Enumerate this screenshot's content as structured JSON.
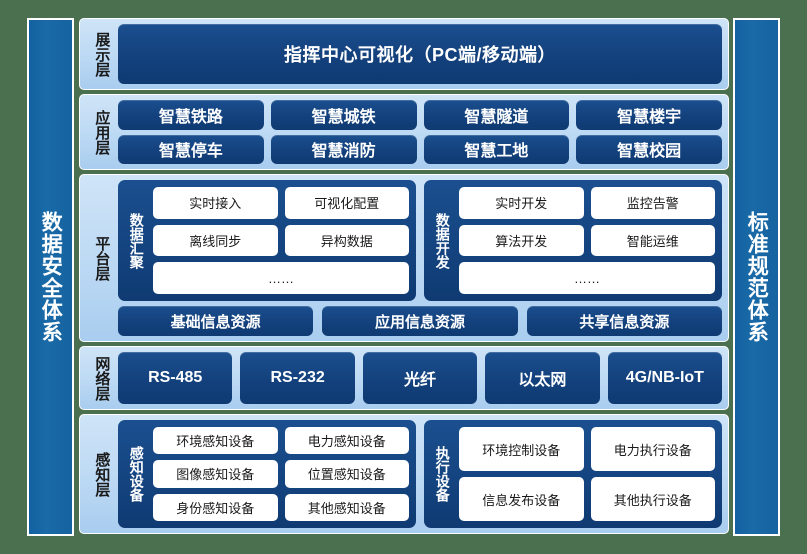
{
  "side_bars": {
    "left": {
      "label": "数据安全体系"
    },
    "right": {
      "label": "标准规范体系"
    }
  },
  "layers": {
    "presentation": {
      "label": "展示层",
      "banner": "指挥中心可视化（PC端/移动端）"
    },
    "application": {
      "label": "应用层",
      "row1": [
        "智慧铁路",
        "智慧城铁",
        "智慧隧道",
        "智慧楼宇"
      ],
      "row2": [
        "智慧停车",
        "智慧消防",
        "智慧工地",
        "智慧校园"
      ]
    },
    "platform": {
      "label": "平台层",
      "group_left": {
        "label": "数据汇聚",
        "row1": [
          "实时接入",
          "可视化配置"
        ],
        "row2": [
          "离线同步",
          "异构数据"
        ],
        "row3": "……"
      },
      "group_right": {
        "label": "数据开发",
        "row1": [
          "实时开发",
          "监控告警"
        ],
        "row2": [
          "算法开发",
          "智能运维"
        ],
        "row3": "……"
      },
      "resources": [
        "基础信息资源",
        "应用信息资源",
        "共享信息资源"
      ]
    },
    "network": {
      "label": "网络层",
      "items": [
        "RS-485",
        "RS-232",
        "光纤",
        "以太网",
        "4G/NB-IoT"
      ]
    },
    "perception": {
      "label": "感知层",
      "group_left": {
        "label": "感知设备",
        "row1": [
          "环境感知设备",
          "电力感知设备"
        ],
        "row2": [
          "图像感知设备",
          "位置感知设备"
        ],
        "row3": [
          "身份感知设备",
          "其他感知设备"
        ]
      },
      "group_right": {
        "label": "执行设备",
        "row1": [
          "环境控制设备",
          "电力执行设备"
        ],
        "row2": [
          "信息发布设备",
          "其他执行设备"
        ]
      }
    }
  },
  "colors": {
    "background": "#4b7050",
    "side_bar": "#15639f",
    "panel": "#bcd9f4",
    "pill": "#14427e",
    "chip": "#ffffff"
  }
}
